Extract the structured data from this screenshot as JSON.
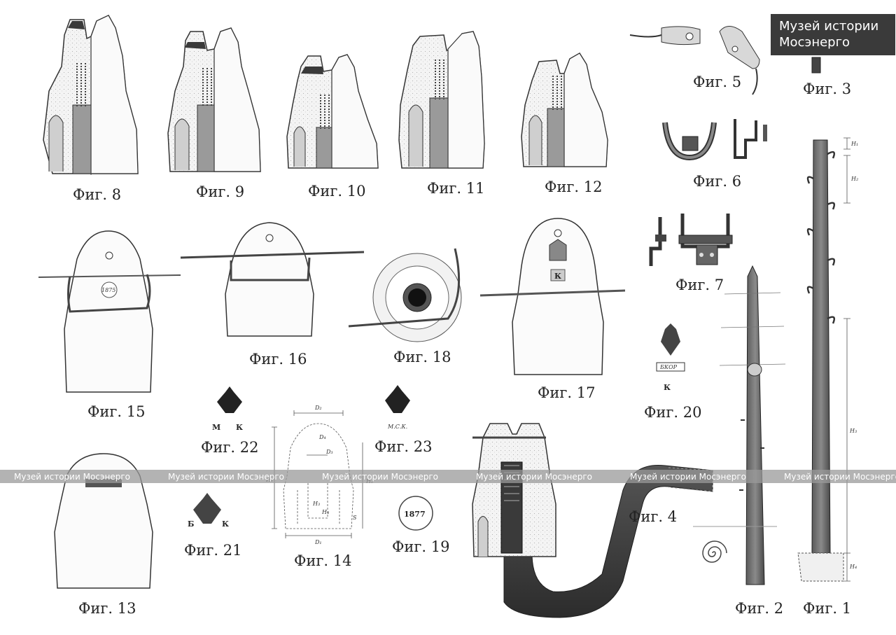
{
  "logo": {
    "line1": "Музей истории",
    "line2": "Мосэнерго"
  },
  "watermark": {
    "text": "Музей истории Мосэнерго",
    "band_color": "#9a9a9a"
  },
  "figures": {
    "fig1": "Фиг. 1",
    "fig2": "Фиг. 2",
    "fig3": "Фиг. 3",
    "fig4": "Фиг. 4",
    "fig5": "Фиг. 5",
    "fig6": "Фиг. 6",
    "fig7": "Фиг. 7",
    "fig8": "Фиг. 8",
    "fig9": "Фиг. 9",
    "fig10": "Фиг. 10",
    "fig11": "Фиг. 11",
    "fig12": "Фиг. 12",
    "fig13": "Фиг. 13",
    "fig14": "Фиг. 14",
    "fig15": "Фиг. 15",
    "fig16": "Фиг. 16",
    "fig17": "Фиг. 17",
    "fig18": "Фиг. 18",
    "fig19": "Фиг. 19",
    "fig20": "Фиг. 20",
    "fig21": "Фиг. 21",
    "fig22": "Фиг. 22",
    "fig23": "Фиг. 23"
  },
  "stamps": {
    "fig15_year": "1875",
    "fig19_year": "1877",
    "fig17_letter": "К",
    "fig20_band": "БКОР",
    "fig20_letter": "К",
    "fig21_left": "Б",
    "fig21_right": "К",
    "fig22_left": "М",
    "fig22_right": "К",
    "fig23_text": "М.С.К."
  },
  "dimensions_fig14": {
    "top": "D₂",
    "top_inner": "D₃",
    "small": "D₄",
    "bottom": "D₁",
    "h1": "H₁",
    "h2": "H₂",
    "h3": "H₃",
    "h4": "H₄",
    "s": "S"
  },
  "dimensions_fig1": {
    "h1": "H₁",
    "h2": "H₂",
    "h3": "H₃",
    "h4": "H₄"
  }
}
